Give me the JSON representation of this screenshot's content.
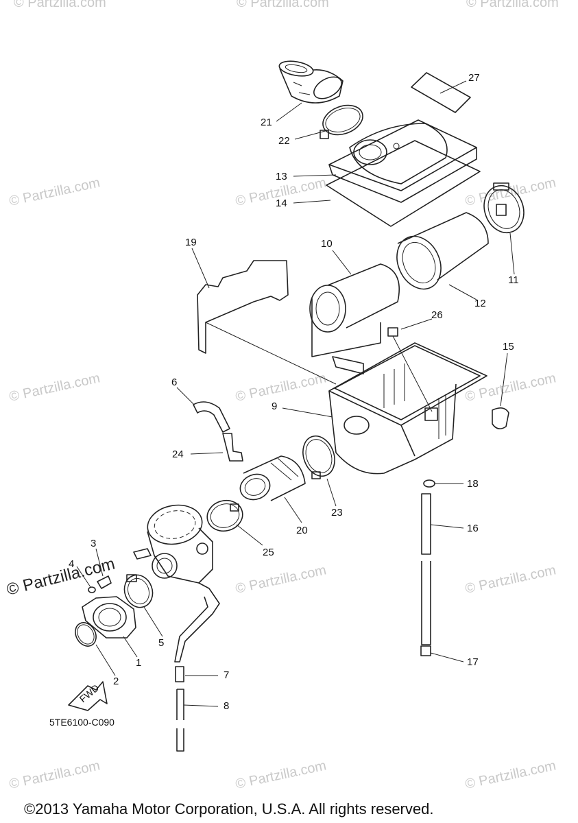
{
  "watermark_text": "© Partzilla.com",
  "watermark_main_text": "© Partzilla.com",
  "diagram_code": "5TE6100-C090",
  "fwd_label": "FWD",
  "copyright": "©2013 Yamaha Motor Corporation, U.S.A. All rights reserved.",
  "callouts": {
    "c1": "1",
    "c2": "2",
    "c3": "3",
    "c4": "4",
    "c5": "5",
    "c6": "6",
    "c7": "7",
    "c8": "8",
    "c9": "9",
    "c10": "10",
    "c11": "11",
    "c12": "12",
    "c13": "13",
    "c14": "14",
    "c15": "15",
    "c16": "16",
    "c17": "17",
    "c18": "18",
    "c19": "19",
    "c20": "20",
    "c21": "21",
    "c22": "22",
    "c23": "23",
    "c24": "24",
    "c25": "25",
    "c26": "26",
    "c27": "27"
  }
}
